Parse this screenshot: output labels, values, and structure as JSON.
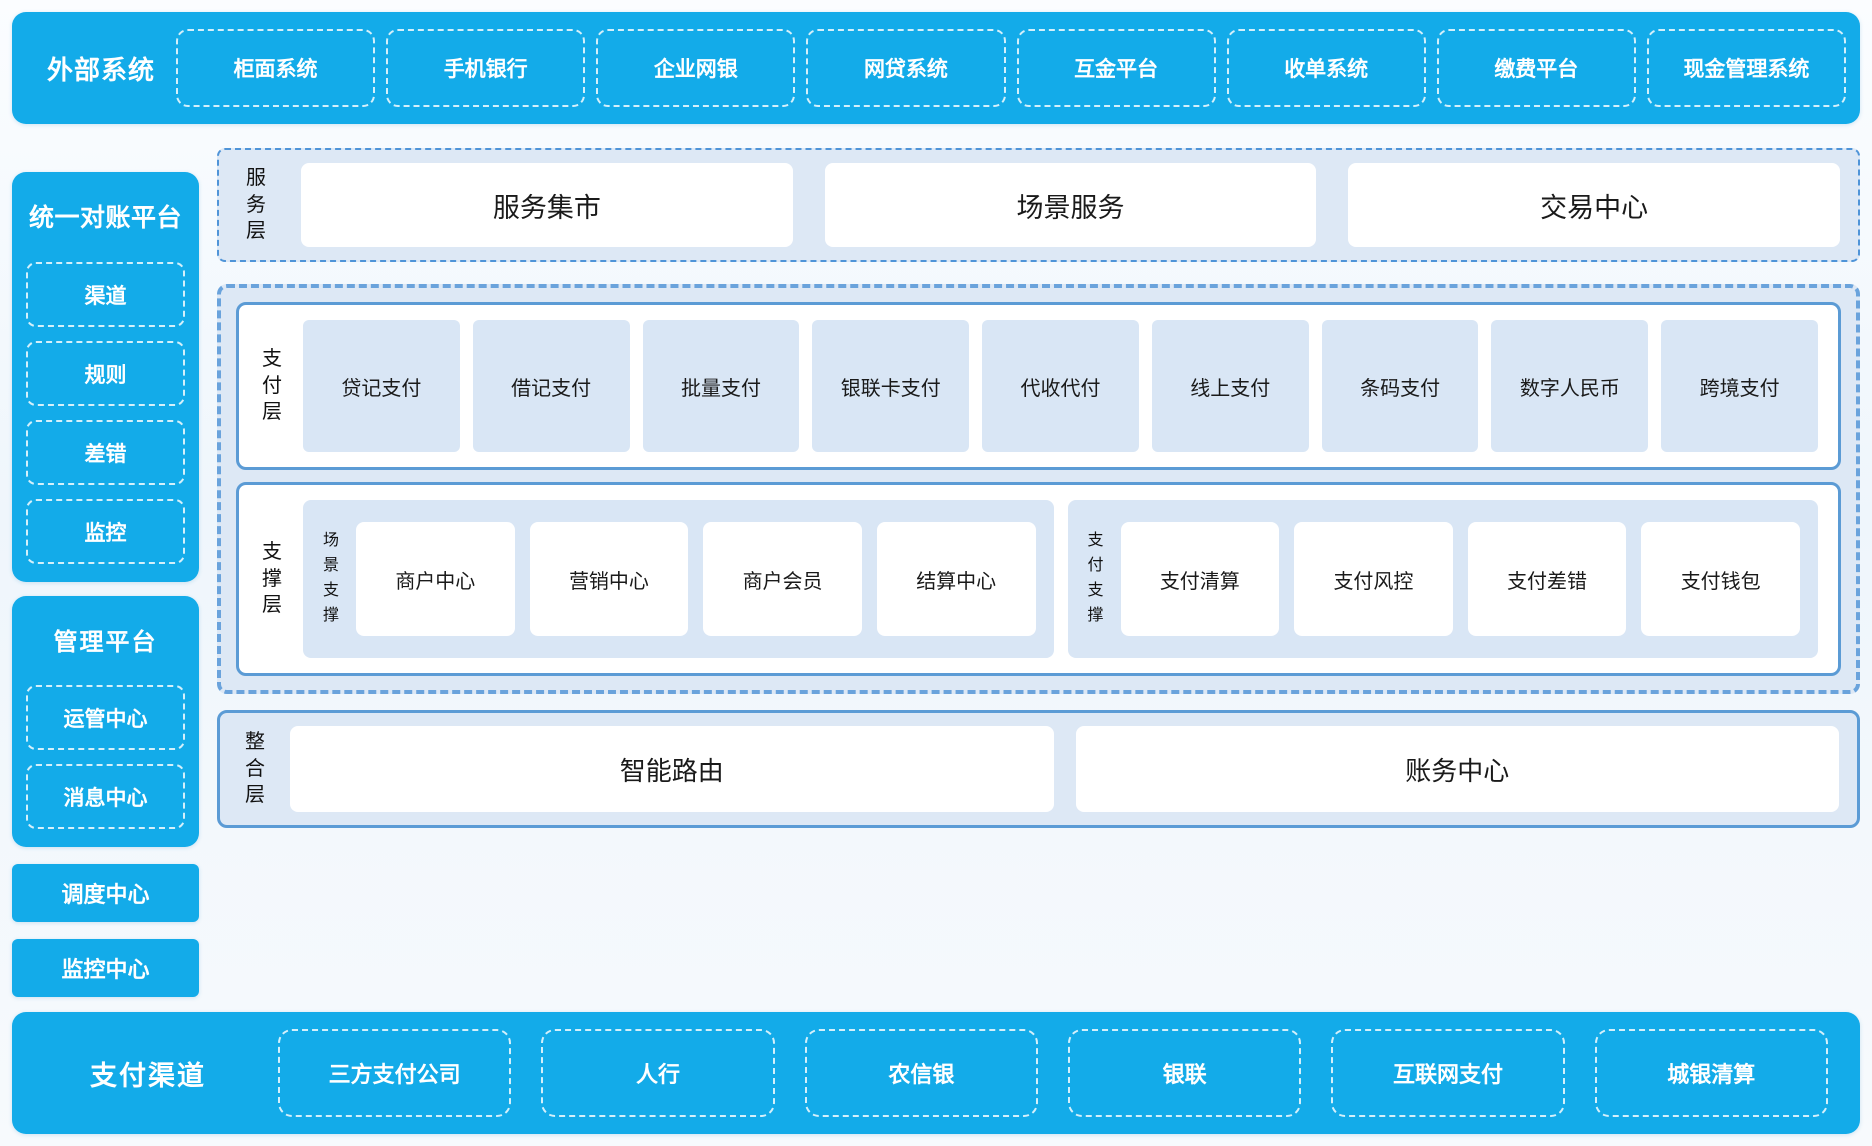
{
  "palette": {
    "brand_blue": "#13abe9",
    "panel_fill": "#dde8f5",
    "item_fill": "#d9e6f5",
    "outline_blue": "#5b9bd5",
    "box_white": "#ffffff",
    "text_dark": "#1a1a1a",
    "text_light": "#ffffff"
  },
  "external_systems": {
    "title": "外部系统",
    "items": [
      "柜面系统",
      "手机银行",
      "企业网银",
      "网贷系统",
      "互金平台",
      "收单系统",
      "缴费平台",
      "现金管理系统"
    ]
  },
  "reconciliation_platform": {
    "title": "统一对账平台",
    "items": [
      "渠道",
      "规则",
      "差错",
      "监控"
    ]
  },
  "management_platform": {
    "title": "管理平台",
    "items": [
      "运管中心",
      "消息中心"
    ]
  },
  "standalone_blocks": [
    "调度中心",
    "监控中心"
  ],
  "service_layer": {
    "label": "服务层",
    "items": [
      "服务集市",
      "场景服务",
      "交易中心"
    ]
  },
  "payment_layer": {
    "label": "支付层",
    "items": [
      "贷记支付",
      "借记支付",
      "批量支付",
      "银联卡支付",
      "代收代付",
      "线上支付",
      "条码支付",
      "数字人民币",
      "跨境支付"
    ]
  },
  "support_layer": {
    "label": "支撑层",
    "groups": [
      {
        "label": "场景支撑",
        "items": [
          "商户中心",
          "营销中心",
          "商户会员",
          "结算中心"
        ]
      },
      {
        "label": "支付支撑",
        "items": [
          "支付清算",
          "支付风控",
          "支付差错",
          "支付钱包"
        ]
      }
    ]
  },
  "integration_layer": {
    "label": "整合层",
    "items": [
      "智能路由",
      "账务中心"
    ]
  },
  "payment_channels": {
    "title": "支付渠道",
    "items": [
      "三方支付公司",
      "人行",
      "农信银",
      "银联",
      "互联网支付",
      "城银清算"
    ]
  }
}
